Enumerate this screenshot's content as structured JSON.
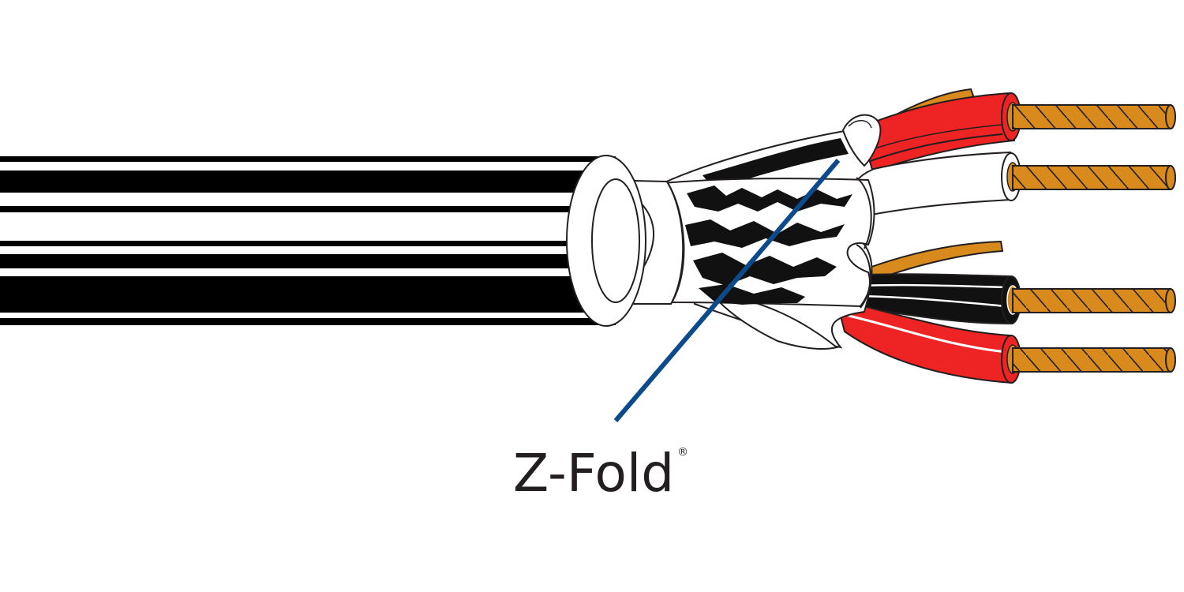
{
  "callout": {
    "label": "Z-Fold",
    "mark": "®"
  },
  "colors": {
    "jacket": "#000000",
    "outline": "#231f20",
    "callout_line": "#0b4a8b",
    "copper": "#d88a1c",
    "red_insulation": "#ee2424",
    "white_insulation": "#ffffff",
    "black_insulation": "#111111",
    "background": "#ffffff"
  },
  "conductors": [
    {
      "insulation": "red"
    },
    {
      "insulation": "white"
    },
    {
      "insulation": "black"
    },
    {
      "insulation": "red"
    }
  ]
}
